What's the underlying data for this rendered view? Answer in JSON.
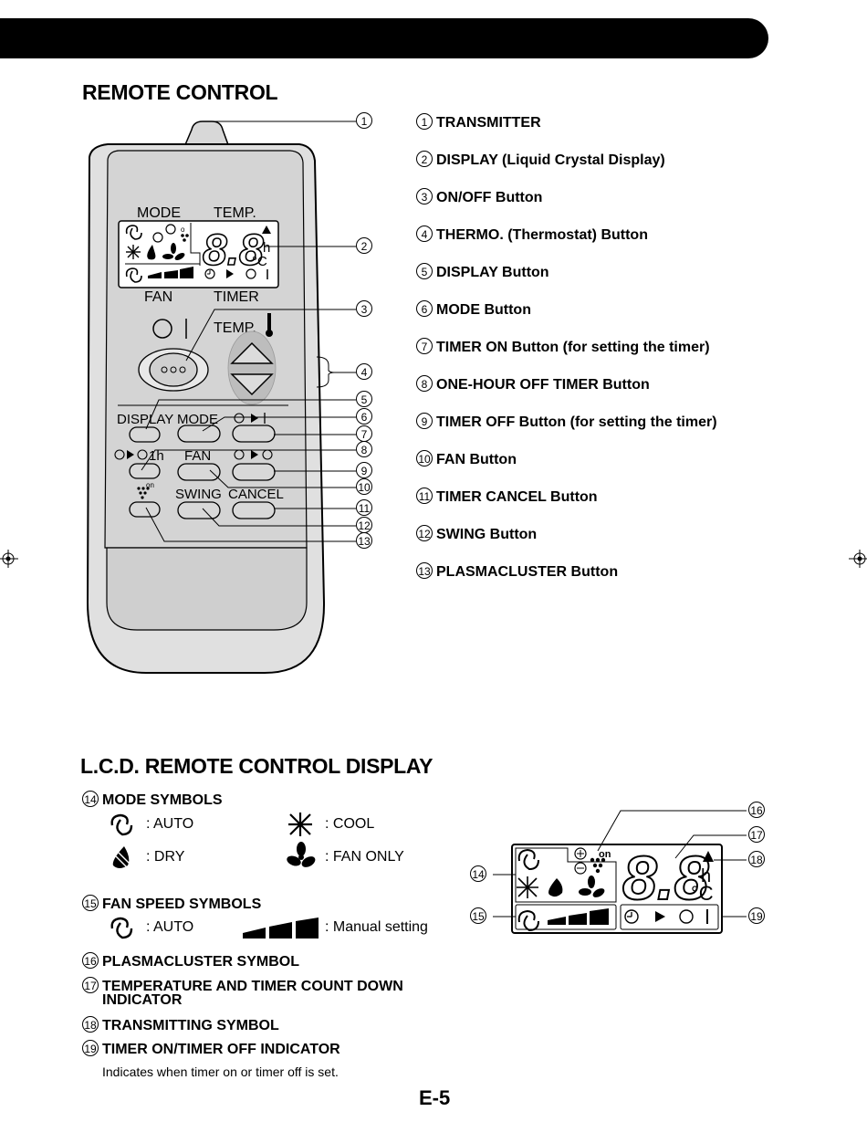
{
  "section1_title": "REMOTE CONTROL",
  "buttons_list": [
    {
      "num": "1",
      "label": "TRANSMITTER"
    },
    {
      "num": "2",
      "label": "DISPLAY (Liquid Crystal Display)"
    },
    {
      "num": "3",
      "label": "ON/OFF Button"
    },
    {
      "num": "4",
      "label": "THERMO. (Thermostat) Button"
    },
    {
      "num": "5",
      "label": "DISPLAY Button"
    },
    {
      "num": "6",
      "label": "MODE Button"
    },
    {
      "num": "7",
      "label": "TIMER ON Button (for setting the timer)"
    },
    {
      "num": "8",
      "label": "ONE-HOUR OFF TIMER Button"
    },
    {
      "num": "9",
      "label": "TIMER OFF Button (for setting the timer)"
    },
    {
      "num": "10",
      "label": "FAN Button"
    },
    {
      "num": "11",
      "label": "TIMER CANCEL Button"
    },
    {
      "num": "12",
      "label": "SWING Button"
    },
    {
      "num": "13",
      "label": "PLASMACLUSTER Button"
    }
  ],
  "remote": {
    "lcd_top_left": "MODE",
    "lcd_top_right": "TEMP.",
    "lcd_bottom_left": "FAN",
    "lcd_bottom_right": "TIMER",
    "lcd_digits": "8.8",
    "lcd_h": "h",
    "lcd_c": "°C",
    "temp_label": "TEMP.",
    "display_label": "DISPLAY",
    "mode_label": "MODE",
    "onehour_label": "1h",
    "fan_label": "FAN",
    "swing_label": "SWING",
    "cancel_label": "CANCEL",
    "ion_label": "on"
  },
  "callout_numbers": [
    "1",
    "2",
    "3",
    "4",
    "5",
    "6",
    "7",
    "8",
    "9",
    "10",
    "11",
    "12",
    "13"
  ],
  "section2_title": "L.C.D. REMOTE CONTROL DISPLAY",
  "lcd_items": {
    "mode_symbols": {
      "num": "14",
      "label": "MODE SYMBOLS"
    },
    "auto": ": AUTO",
    "cool": ": COOL",
    "dry": ": DRY",
    "fan_only": ": FAN ONLY",
    "fan_speed": {
      "num": "15",
      "label": "FAN SPEED SYMBOLS"
    },
    "fan_auto": ": AUTO",
    "manual": ": Manual setting",
    "plasmacluster": {
      "num": "16",
      "label": "PLASMACLUSTER SYMBOL"
    },
    "temp_timer_line1": {
      "num": "17",
      "label": "TEMPERATURE AND TIMER COUNT DOWN"
    },
    "temp_timer_line2": "INDICATOR",
    "transmitting": {
      "num": "18",
      "label": "TRANSMITTING SYMBOL"
    },
    "timer_indicator": {
      "num": "19",
      "label": "TIMER ON/TIMER OFF INDICATOR"
    },
    "timer_note": "Indicates when timer on or timer off is set."
  },
  "lcd_callouts": [
    "14",
    "15",
    "16",
    "17",
    "18",
    "19"
  ],
  "page_number": "E-5"
}
